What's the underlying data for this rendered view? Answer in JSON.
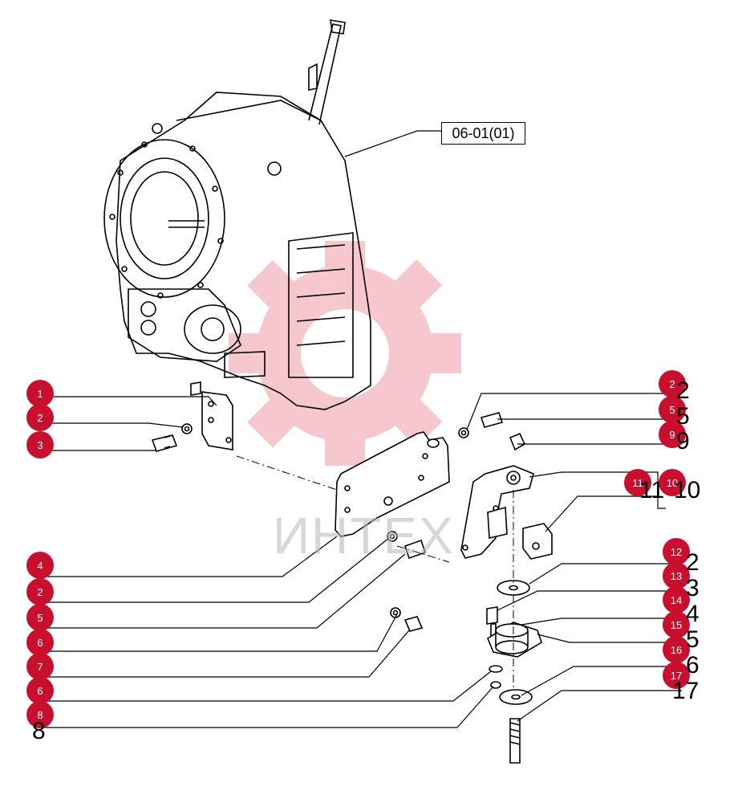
{
  "reference": {
    "label": "06-01(01)"
  },
  "watermark": {
    "text": "ИНТЕХ",
    "color": "#e23b4a"
  },
  "accent": "#c8102e",
  "callouts_left": [
    {
      "id": "c-l1",
      "num": "1"
    },
    {
      "id": "c-l2",
      "num": "2"
    },
    {
      "id": "c-l3",
      "num": "3"
    },
    {
      "id": "c-l4",
      "num": "4"
    },
    {
      "id": "c-l5",
      "num": "2"
    },
    {
      "id": "c-l6",
      "num": "5"
    },
    {
      "id": "c-l7",
      "num": "6"
    },
    {
      "id": "c-l8",
      "num": "7"
    },
    {
      "id": "c-l9",
      "num": "6"
    },
    {
      "id": "c-l10",
      "num": "8"
    }
  ],
  "callouts_right": [
    {
      "id": "c-r1",
      "num": "2"
    },
    {
      "id": "c-r2",
      "num": "5"
    },
    {
      "id": "c-r3",
      "num": "9"
    },
    {
      "id": "c-r4",
      "num": "11"
    },
    {
      "id": "c-r5",
      "num": "10"
    },
    {
      "id": "c-r6",
      "num": "12"
    },
    {
      "id": "c-r7",
      "num": "13"
    },
    {
      "id": "c-r8",
      "num": "14"
    },
    {
      "id": "c-r9",
      "num": "15"
    },
    {
      "id": "c-r10",
      "num": "16"
    },
    {
      "id": "c-r11",
      "num": "17"
    }
  ],
  "big_labels": [
    {
      "id": "b1",
      "text": "2"
    },
    {
      "id": "b2",
      "text": "5"
    },
    {
      "id": "b3",
      "text": "9"
    },
    {
      "id": "b4",
      "text": "11"
    },
    {
      "id": "b5",
      "text": "10"
    },
    {
      "id": "b6",
      "text": "2"
    },
    {
      "id": "b7",
      "text": "3"
    },
    {
      "id": "b8",
      "text": "4"
    },
    {
      "id": "b9",
      "text": "5"
    },
    {
      "id": "b10",
      "text": "6"
    },
    {
      "id": "b11",
      "text": "17"
    },
    {
      "id": "b12",
      "text": "8"
    }
  ]
}
